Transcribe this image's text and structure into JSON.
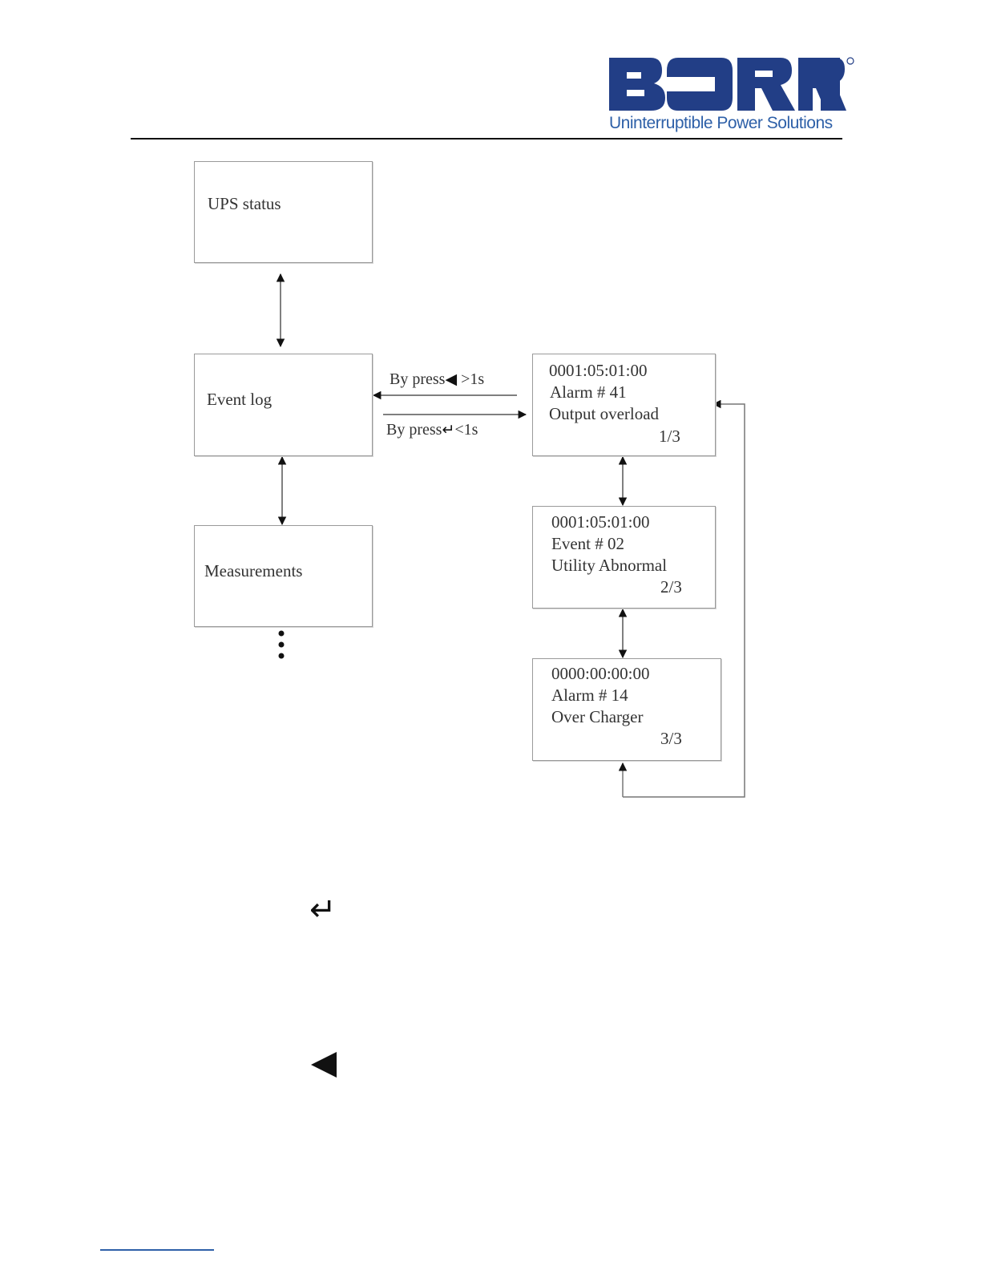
{
  "header": {
    "brand": "BORRI",
    "tagline": "Uninterruptible Power Solutions",
    "brand_color": "#223e86",
    "tagline_color": "#2e60a8"
  },
  "menu": {
    "ups_status": "UPS status",
    "event_log": "Event log",
    "measurements": "Measurements",
    "more_icon": "vertical-ellipsis-icon"
  },
  "transitions": {
    "back_prefix": "By press",
    "back_icon": "left-triangle-icon",
    "back_suffix": ">1s",
    "enter_prefix": "By press",
    "enter_icon": "enter-return-icon",
    "enter_suffix": "<1s"
  },
  "events": [
    {
      "time": "0001:05:01:00",
      "code": "Alarm  # 41",
      "message": "Output overload",
      "page": "1/3"
    },
    {
      "time": "0001:05:01:00",
      "code": "Event  # 02",
      "message": "Utility Abnormal",
      "page": "2/3"
    },
    {
      "time": "0000:00:00:00",
      "code": "Alarm  # 14",
      "message": "Over Charger",
      "page": "3/3"
    }
  ],
  "legend_icons": {
    "enter": "enter-return-icon",
    "back": "left-triangle-icon"
  }
}
